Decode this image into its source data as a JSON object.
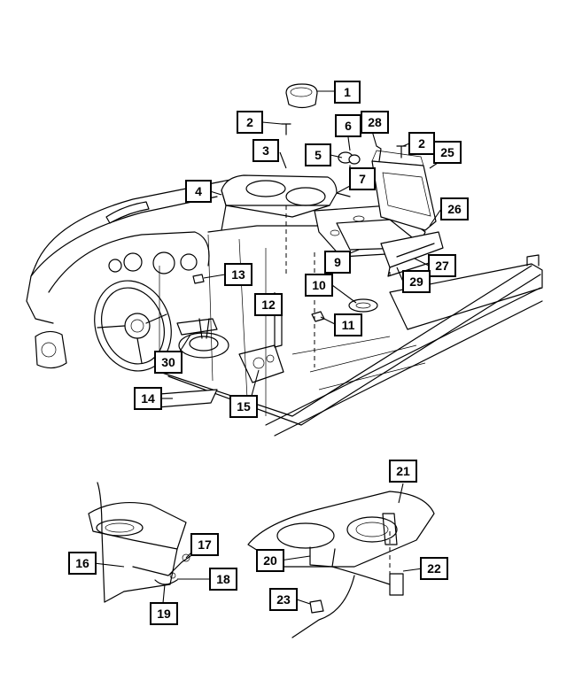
{
  "callouts": [
    {
      "id": "c1",
      "label": "1"
    },
    {
      "id": "c2a",
      "label": "2"
    },
    {
      "id": "c2b",
      "label": "2"
    },
    {
      "id": "c3",
      "label": "3"
    },
    {
      "id": "c4",
      "label": "4"
    },
    {
      "id": "c5",
      "label": "5"
    },
    {
      "id": "c6",
      "label": "6"
    },
    {
      "id": "c7",
      "label": "7"
    },
    {
      "id": "c9",
      "label": "9"
    },
    {
      "id": "c10",
      "label": "10"
    },
    {
      "id": "c11",
      "label": "11"
    },
    {
      "id": "c12",
      "label": "12"
    },
    {
      "id": "c13",
      "label": "13"
    },
    {
      "id": "c14",
      "label": "14"
    },
    {
      "id": "c15",
      "label": "15"
    },
    {
      "id": "c16",
      "label": "16"
    },
    {
      "id": "c17",
      "label": "17"
    },
    {
      "id": "c18",
      "label": "18"
    },
    {
      "id": "c19",
      "label": "19"
    },
    {
      "id": "c20",
      "label": "20"
    },
    {
      "id": "c21",
      "label": "21"
    },
    {
      "id": "c22",
      "label": "22"
    },
    {
      "id": "c23",
      "label": "23"
    },
    {
      "id": "c25",
      "label": "25"
    },
    {
      "id": "c26",
      "label": "26"
    },
    {
      "id": "c27",
      "label": "27"
    },
    {
      "id": "c28",
      "label": "28"
    },
    {
      "id": "c29",
      "label": "29"
    },
    {
      "id": "c30",
      "label": "30"
    }
  ]
}
